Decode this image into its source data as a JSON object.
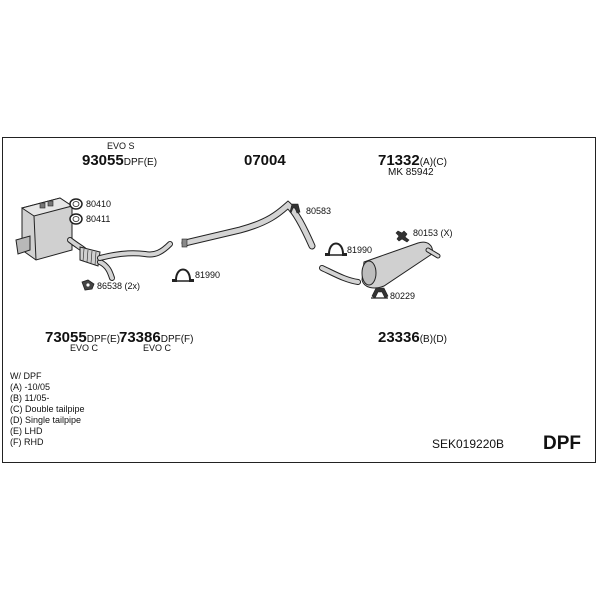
{
  "parts": {
    "p93055": {
      "note": "EVO S",
      "num": "93055",
      "suffix": "DPF(E)"
    },
    "p07004": {
      "num": "07004"
    },
    "p71332": {
      "num": "71332",
      "suffix": "(A)(C)",
      "sub": "MK  85942"
    },
    "p73055": {
      "num": "73055",
      "suffix": "DPF(E)",
      "note": "EVO C"
    },
    "p73386": {
      "num": "73386",
      "suffix": "DPF(F)",
      "note": "EVO C"
    },
    "p23336": {
      "num": "23336",
      "suffix": "(B)(D)"
    }
  },
  "small_labels": {
    "l80410": "80410",
    "l80411": "80411",
    "l86538": "86538 (2x)",
    "l81990a": "81990",
    "l80583": "80583",
    "l81990b": "81990",
    "l80153": "80153 (X)",
    "l80229": "80229"
  },
  "legend": [
    "W/ DPF",
    "(A) -10/05",
    "(B) 11/05-",
    "(C) Double tailpipe",
    "(D) Single tailpipe",
    "(E) LHD",
    "(F) RHD"
  ],
  "kit_code": "SEK019220B",
  "kit_type": "DPF",
  "colors": {
    "line": "#222222",
    "part_fill": "#d4d4d4",
    "part_dark": "#8a8a8a"
  }
}
